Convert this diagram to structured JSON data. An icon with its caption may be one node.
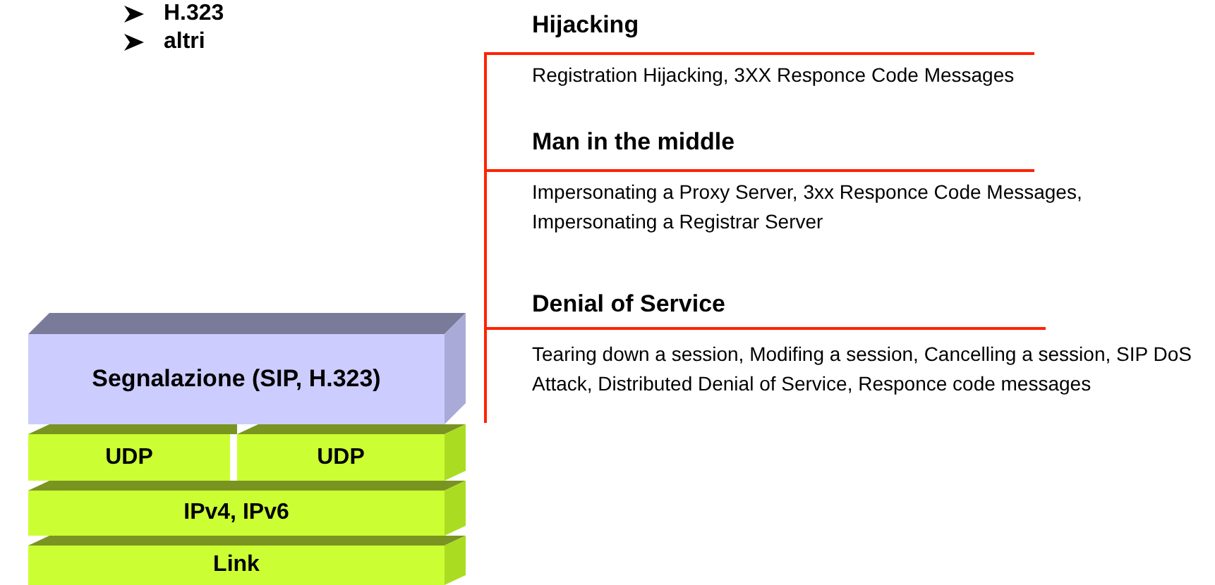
{
  "diagram": {
    "nodes": [
      {
        "text": [
          "Segnalazione (SIP, H.323)"
        ]
      },
      {
        "text": [
          "UDP"
        ]
      },
      {
        "text": [
          "UDP"
        ]
      },
      {
        "text": [
          "IPv4, IPv6"
        ]
      },
      {
        "text": [
          "Link"
        ]
      }
    ],
    "edges": [],
    "labels": [
      "H.323",
      "altri",
      "Hijacking",
      "Registration Hijacking, 3XX Responce Code Messages",
      "Man in the middle",
      "Impersonating a Proxy Server, 3xx Responce Code Messages, Impersonating a Registrar Server",
      "Denial of Service",
      "Tearing down a session, Modifing a session, Cancelling a session, SIP DoS Attack, Distributed Denial of Service, Responce code messages"
    ]
  }
}
